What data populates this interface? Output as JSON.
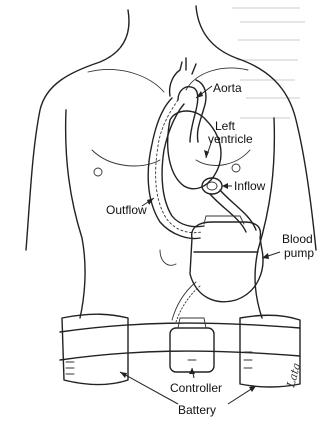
{
  "labels": {
    "aorta": "Aorta",
    "left_ventricle_1": "Left",
    "left_ventricle_2": "ventricle",
    "inflow": "Inflow",
    "outflow": "Outflow",
    "blood_pump_1": "Blood",
    "blood_pump_2": "pump",
    "controller": "Controller",
    "battery": "Battery"
  },
  "signature": "Lata"
}
